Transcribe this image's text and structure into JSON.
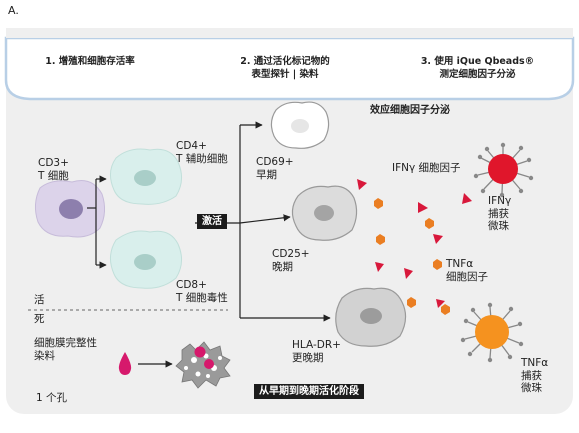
{
  "panel_label": "A.",
  "headers": {
    "step1": "1. 增殖和细胞存活率",
    "step2_line1": "2. 通过活化标记物的",
    "step2_line2": "表型探针 | 染料",
    "step3_line1": "3. 使用 iQue Qbeads®",
    "step3_line2": "测定细胞因子分泌"
  },
  "labels": {
    "effector_secretion": "效应细胞因子分泌",
    "cd3_line1": "CD3+",
    "cd3_line2": "T 细胞",
    "cd4_line1": "CD4+",
    "cd4_line2": "T 辅助细胞",
    "cd8_line1": "CD8+",
    "cd8_line2": "T 细胞毒性",
    "cd69_line1": "CD69+",
    "cd69_line2": "早期",
    "cd25_line1": "CD25+",
    "cd25_line2": "晚期",
    "hladr_line1": "HLA-DR+",
    "hladr_line2": "更晚期",
    "activation": "激活",
    "ifng_cytokine": "IFNγ 细胞因子",
    "ifng_bead_line1": "IFNγ",
    "ifng_bead_line2": "捕获",
    "ifng_bead_line3": "微珠",
    "tnfa_cytokine_line1": "TNFα",
    "tnfa_cytokine_line2": "细胞因子",
    "tnfa_bead_line1": "TNFα",
    "tnfa_bead_line2": "捕获",
    "tnfa_bead_line3": "微珠",
    "live": "活",
    "dead": "死",
    "membrane_dye_line1": "细胞膜完整性",
    "membrane_dye_line2": "染料",
    "one_well": "1 个孔",
    "early_to_late": "从早期到晚期活化阶段"
  },
  "colors": {
    "panel_bg": "#efefef",
    "cd3_cell": "#dcd3ea",
    "cd3_nucleus": "#8d7fad",
    "t_cell": "#d9efec",
    "t_nucleus": "#a9cec8",
    "activated_cell": "#dcdcdc",
    "activated_nucleus": "#a4a4a4",
    "ifng_bead": "#e0162b",
    "tnfa_bead": "#f5921f",
    "cytokine_triangle": "#d8183b",
    "cytokine_hex": "#ea7e22",
    "dye_drop": "#d6196c",
    "header_band": "#b8cfe6"
  }
}
